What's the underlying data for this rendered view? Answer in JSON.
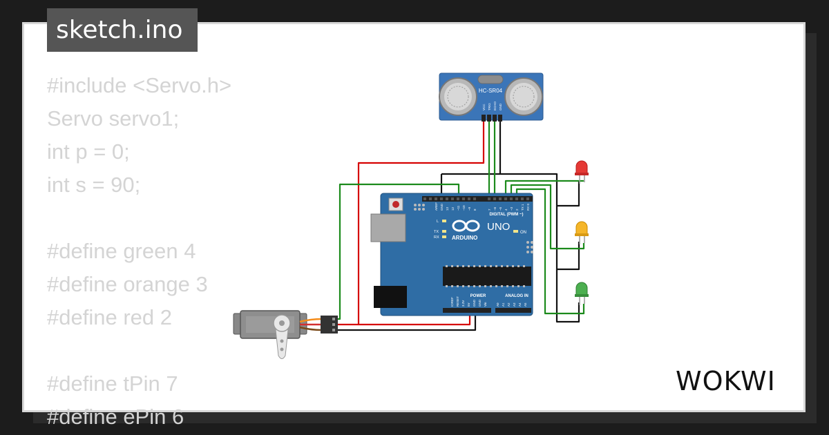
{
  "app": {
    "title": "sketch.ino",
    "brand": "WOKWI"
  },
  "code_lines": [
    "#include <Servo.h>",
    "Servo servo1;",
    "int p = 0;",
    "int s = 90;",
    "",
    "#define green 4",
    "#define orange 3",
    "#define red 2",
    "",
    "#define tPin 7",
    "#define ePin 6"
  ],
  "sensor": {
    "model": "HC-SR04",
    "pins": [
      "VCC",
      "TRIG",
      "ECHO",
      "GND"
    ]
  },
  "arduino": {
    "brand": "ARDUINO",
    "model": "UNO",
    "digital_label": "DIGITAL (PWM ~)",
    "power_label": "POWER",
    "analog_label": "ANALOG IN",
    "on_label": "ON",
    "aref": "AREF",
    "gnd": "GND",
    "digital_pins": [
      "13",
      "12",
      "~11",
      "~10",
      "~9",
      "8",
      "7",
      "~6",
      "~5",
      "4",
      "~3",
      "2",
      "TX 1",
      "RX 0"
    ],
    "power_pins": [
      "IOREF",
      "RESET",
      "3.3V",
      "5V",
      "GND",
      "GND",
      "Vin"
    ],
    "analog_pins": [
      "A0",
      "A1",
      "A2",
      "A3",
      "A4",
      "A5"
    ],
    "led_labels": [
      "L",
      "TX",
      "RX"
    ]
  },
  "leds": [
    {
      "name": "red",
      "color": "#e53935"
    },
    {
      "name": "orange",
      "color": "#f5b62a"
    },
    {
      "name": "green",
      "color": "#4caf50"
    }
  ],
  "colors": {
    "wire_red": "#d50000",
    "wire_green": "#1b8a1b",
    "wire_black": "#111111",
    "board": "#2f6da5",
    "sensor_board": "#3b75b8",
    "code_text": "#d4d4d4",
    "title_bg": "#555555"
  }
}
